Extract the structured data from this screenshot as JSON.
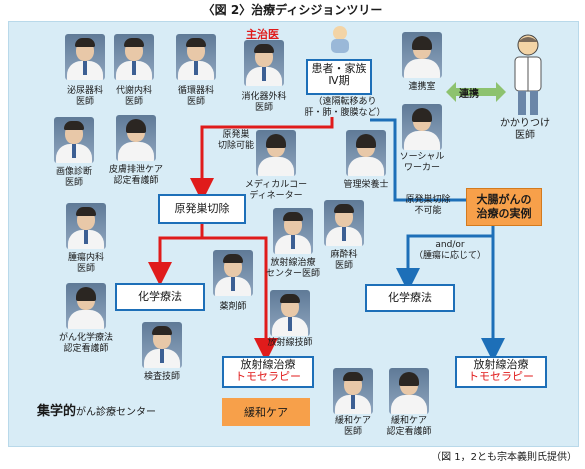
{
  "title": "〈図 2〉治療ディシジョンツリー",
  "caption": "（図 1，2とも宗本義則氏提供）",
  "chief_label": "主治医",
  "group_label": {
    "main": "集学的",
    "sub": "がん診療センター"
  },
  "people": [
    {
      "id": "urology",
      "label": "泌尿器科\n医師"
    },
    {
      "id": "metabolic",
      "label": "代謝内科\n医師"
    },
    {
      "id": "cardio",
      "label": "循環器科\n医師"
    },
    {
      "id": "gi_surgery",
      "label": "消化器外科\n医師"
    },
    {
      "id": "liaison",
      "label": "連携室"
    },
    {
      "id": "imaging",
      "label": "画像診断\n医師"
    },
    {
      "id": "wound_ostomy",
      "label": "皮膚排泄ケア\n認定看護師"
    },
    {
      "id": "medical_coordinator",
      "label": "メディカルコー\nディネーター"
    },
    {
      "id": "nutritionist",
      "label": "管理栄養士"
    },
    {
      "id": "social_worker",
      "label": "ソーシャル\nワーカー"
    },
    {
      "id": "oncology",
      "label": "腫瘍内科\n医師"
    },
    {
      "id": "radiation_doctor",
      "label": "放射線治療\nセンター医師"
    },
    {
      "id": "anesthesia",
      "label": "麻酔科\n医師"
    },
    {
      "id": "pharmacist",
      "label": "薬剤師"
    },
    {
      "id": "chemo_nurse",
      "label": "がん化学療法\n認定看護師"
    },
    {
      "id": "radiation_tech",
      "label": "放射線技師"
    },
    {
      "id": "lab_tech",
      "label": "検査技師"
    },
    {
      "id": "palliative_doctor",
      "label": "緩和ケア\n医師"
    },
    {
      "id": "palliative_nurse",
      "label": "緩和ケア\n認定看護師"
    }
  ],
  "family_doctor_label": "かかりつけ\n医師",
  "cooperation_label": "連携",
  "patient_box": {
    "line1": "患者・家族",
    "line2": "Ⅳ期"
  },
  "metastasis_note": "（遠隔転移あり\n肝・肺・腹膜など）",
  "resectable_label": "原発巣\n切除可能",
  "unresectable_label": "原発巣切除\n不可能",
  "and_or_label": "and/or\n（腫瘍に応じて）",
  "primary_resection": "原発巣切除",
  "chemo_left": "化学療法",
  "chemo_right": "化学療法",
  "radiation_left": {
    "line1": "放射線治療",
    "line2": "トモセラピー"
  },
  "radiation_right": {
    "line1": "放射線治療",
    "line2": "トモセラピー"
  },
  "palliative_care": "緩和ケア",
  "case_box": "大腸がんの\n治療の実例",
  "colors": {
    "background": "#d8ecf6",
    "blue_line": "#1d6fb8",
    "red_line": "#e01b1b",
    "orange": "#f7a04a",
    "green": "#8dc26f"
  }
}
